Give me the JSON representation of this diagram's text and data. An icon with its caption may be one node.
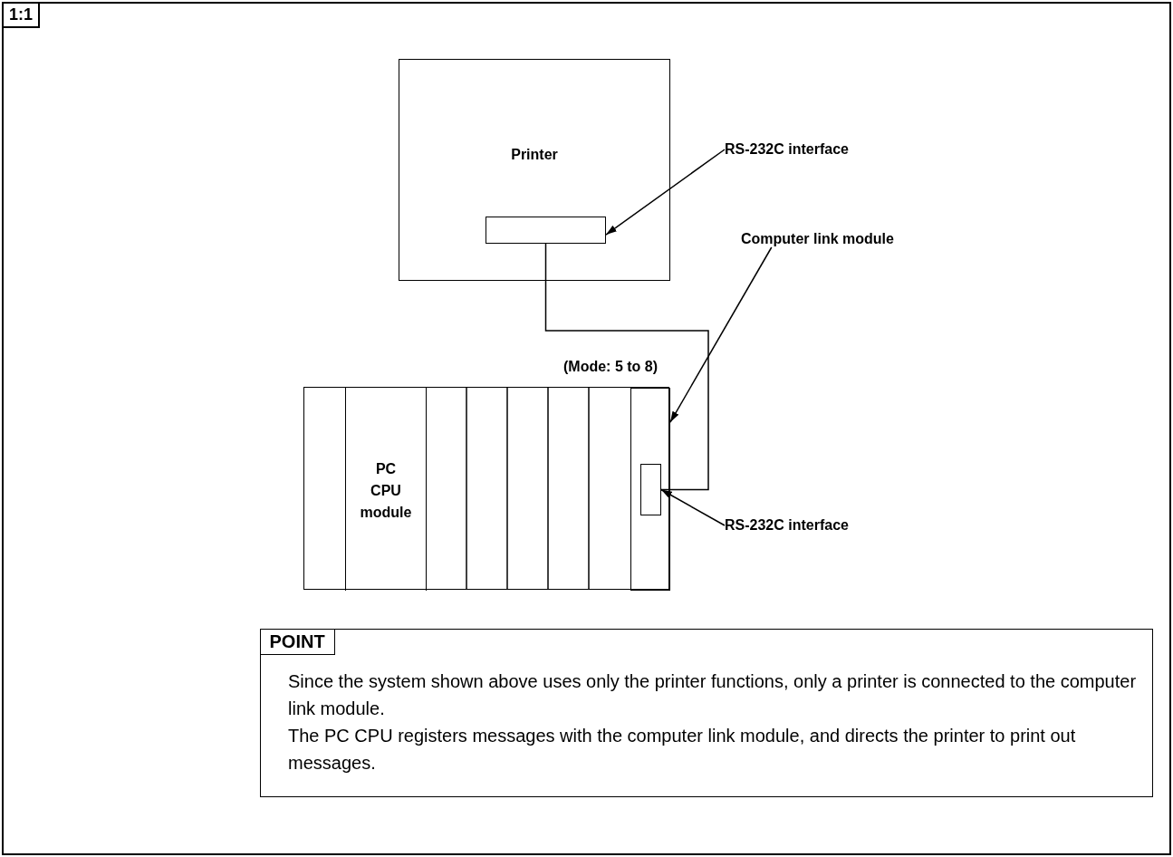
{
  "diagram": {
    "nodes": [
      {
        "text": [
          "Printer"
        ]
      },
      {
        "text": [],
        "shape": "box",
        "in": 0
      },
      {
        "text": [
          "RS-232C interface"
        ]
      },
      {
        "text": [],
        "shape": "box"
      },
      {
        "text": [
          "PC CPU module"
        ],
        "in": 3
      },
      {
        "text": [],
        "shape": "box",
        "in": 3
      },
      {
        "text": [],
        "shape": "box",
        "in": 5
      },
      {
        "text": [
          "Computer link module"
        ]
      },
      {
        "text": [
          "RS-232C interface"
        ]
      },
      {
        "text": [
          "POINT",
          "Since the system shown above uses only the printer functions, only a printer is connected to the computer link module.",
          "The PC CPU registers messages with the computer link module, and directs the printer to print out messages."
        ]
      }
    ],
    "edges": [
      {
        "from": 1,
        "to": 6,
        "arrow": "none"
      },
      {
        "from": 2,
        "to": 1,
        "arrow": "to"
      },
      {
        "from": 7,
        "to": 5,
        "arrow": "to"
      },
      {
        "from": 8,
        "to": 6,
        "arrow": "to"
      }
    ],
    "labels": [
      "1:1",
      "(Mode: 5 to 8)"
    ]
  }
}
